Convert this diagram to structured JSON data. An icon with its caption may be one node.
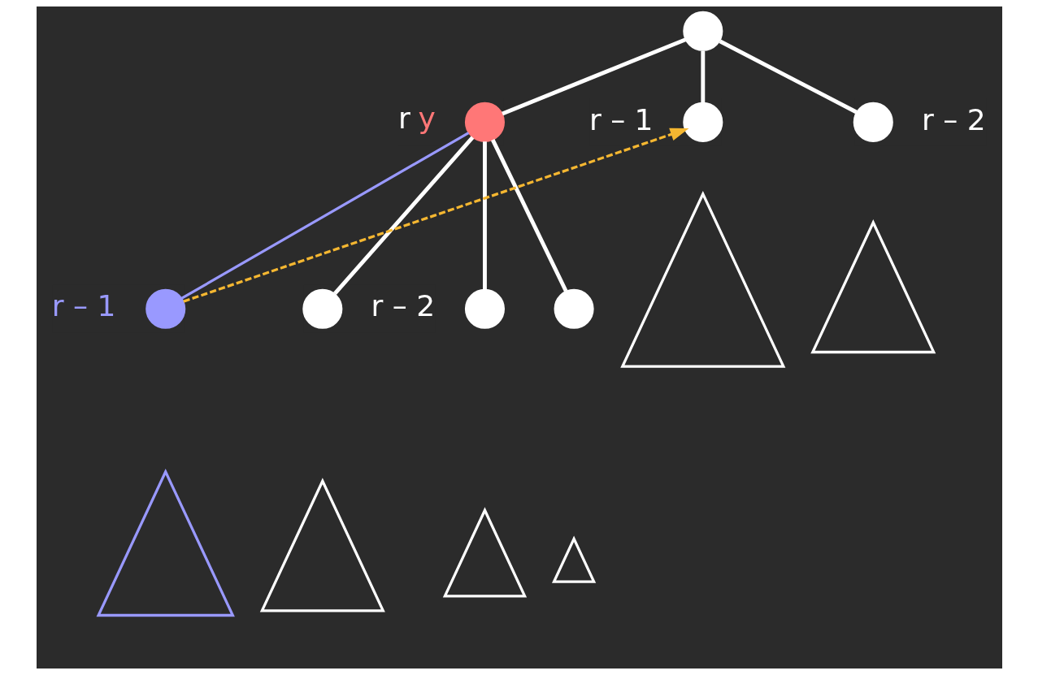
{
  "diagram": {
    "nodes": [
      {
        "text": [],
        "shape": "circle"
      },
      {
        "text": [],
        "shape": "circle",
        "beside": [
          "r",
          "y"
        ]
      },
      {
        "text": [],
        "shape": "circle",
        "beside": [
          "r – 1"
        ]
      },
      {
        "text": [],
        "shape": "circle",
        "beside": [
          "r – 2"
        ]
      },
      {
        "text": [],
        "shape": "circle",
        "beside": [
          "r – 1"
        ]
      },
      {
        "text": [],
        "shape": "circle",
        "beside": [
          "r – 2"
        ]
      },
      {
        "text": [],
        "shape": "circle"
      },
      {
        "text": [],
        "shape": "circle"
      },
      {
        "text": [],
        "shape": "triangle"
      },
      {
        "text": [],
        "shape": "triangle"
      },
      {
        "text": [],
        "shape": "triangle"
      },
      {
        "text": [],
        "shape": "triangle"
      },
      {
        "text": [],
        "shape": "triangle"
      },
      {
        "text": [],
        "shape": "triangle"
      }
    ],
    "edges": [
      {
        "from": 0,
        "to": 1,
        "arrow": "none"
      },
      {
        "from": 0,
        "to": 2,
        "arrow": "none"
      },
      {
        "from": 0,
        "to": 3,
        "arrow": "none"
      },
      {
        "from": 1,
        "to": 4,
        "arrow": "none",
        "color": "#9999ff"
      },
      {
        "from": 1,
        "to": 5,
        "arrow": "none"
      },
      {
        "from": 1,
        "to": 6,
        "arrow": "none"
      },
      {
        "from": 1,
        "to": 7,
        "arrow": "none"
      },
      {
        "from": 4,
        "to": 2,
        "arrow": "to",
        "style": "dashed",
        "color": "#f5b731"
      }
    ]
  }
}
